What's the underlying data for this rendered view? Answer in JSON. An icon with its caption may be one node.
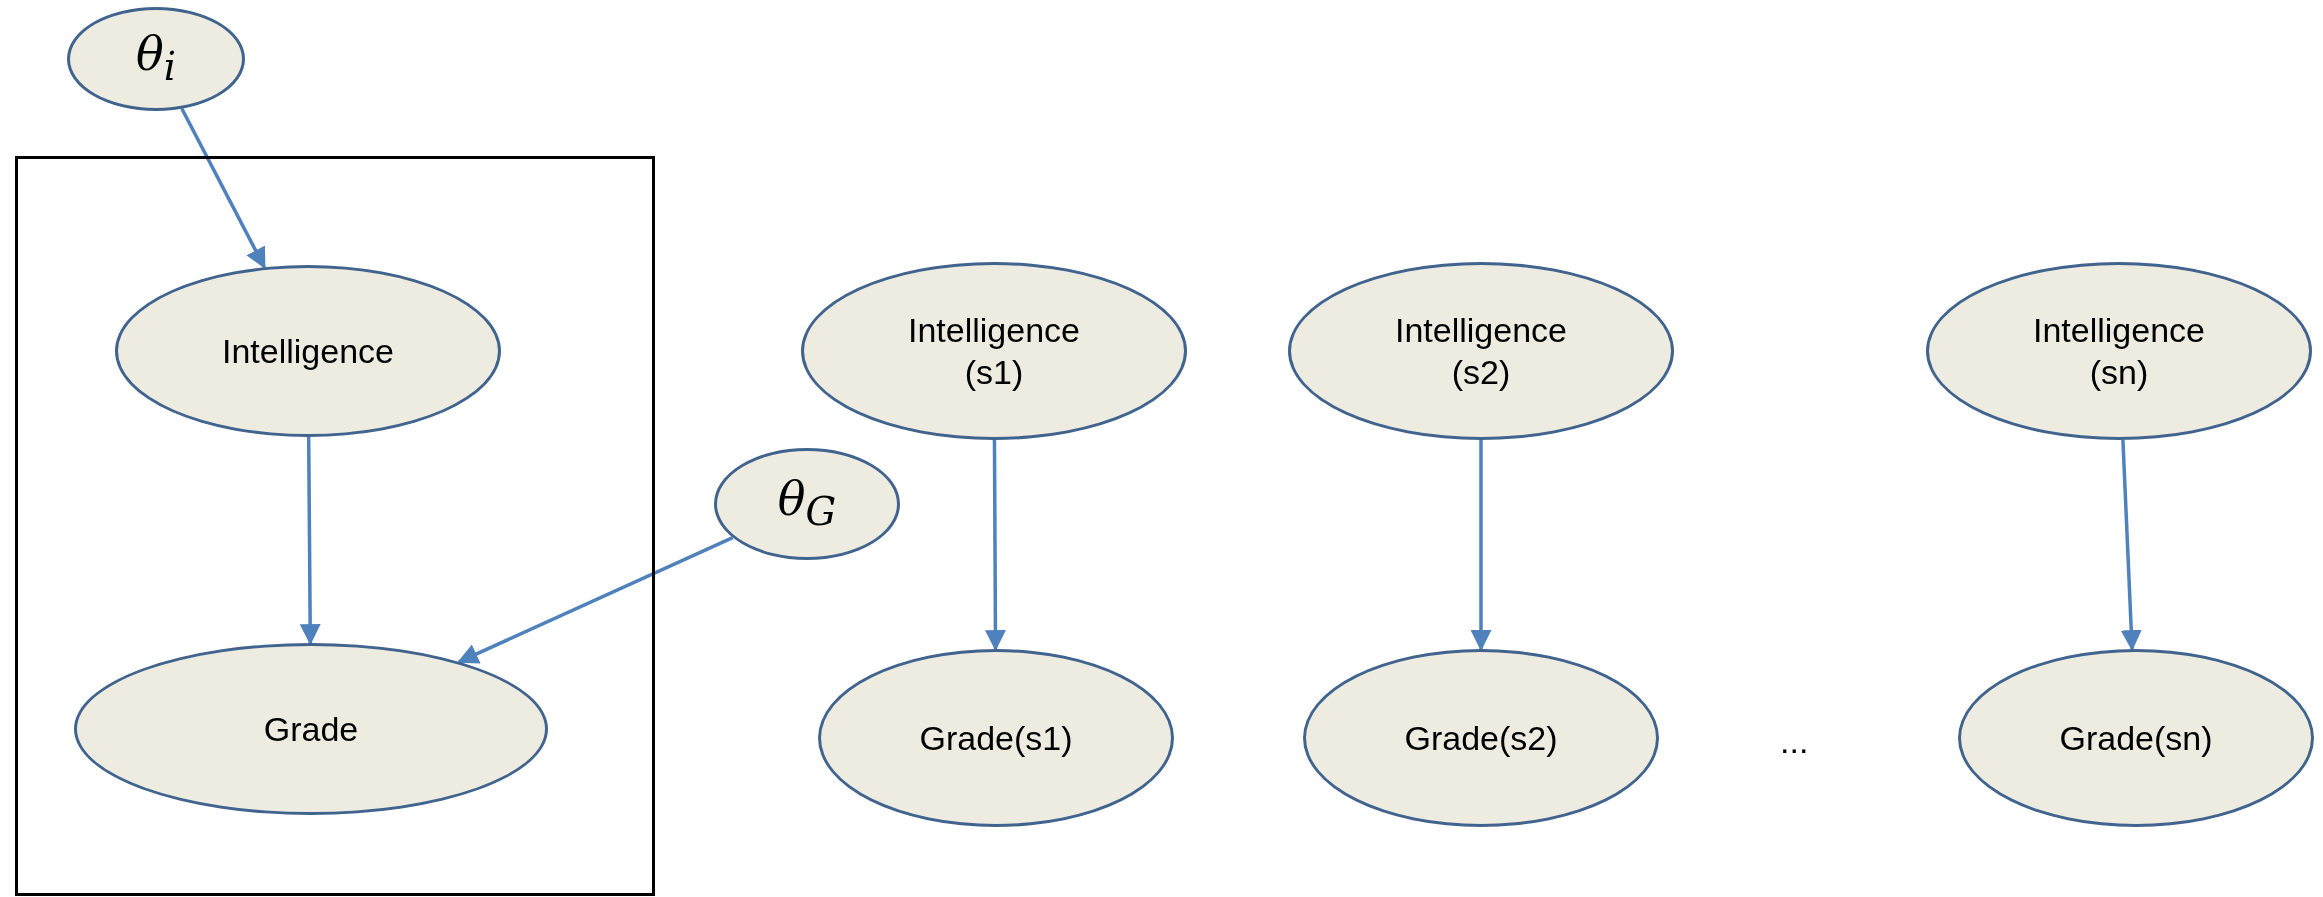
{
  "diagram": {
    "nodes": [
      {
        "text": [
          "θ$_{i}$"
        ]
      },
      {
        "text": [],
        "shape": "box"
      },
      {
        "text": [
          "Intelligence"
        ],
        "in": 1
      },
      {
        "text": [
          "Grade"
        ],
        "in": 1
      },
      {
        "text": [
          "θ$_{G}$"
        ]
      },
      {
        "text": [
          "Intelligence (s1)"
        ]
      },
      {
        "text": [
          "Grade(s1)"
        ]
      },
      {
        "text": [
          "Intelligence (s2)"
        ]
      },
      {
        "text": [
          "Grade(s2)"
        ]
      },
      {
        "text": [
          "Intelligence (sn)"
        ]
      },
      {
        "text": [
          "Grade(sn)"
        ]
      }
    ],
    "edges": [
      {
        "from": 0,
        "to": 2,
        "arrow": "to"
      },
      {
        "from": 2,
        "to": 3,
        "arrow": "to"
      },
      {
        "from": 4,
        "to": 3,
        "arrow": "to"
      },
      {
        "from": 5,
        "to": 6,
        "arrow": "to"
      },
      {
        "from": 7,
        "to": 8,
        "arrow": "to"
      },
      {
        "from": 9,
        "to": 10,
        "arrow": "to"
      }
    ],
    "labels": [
      "..."
    ]
  }
}
